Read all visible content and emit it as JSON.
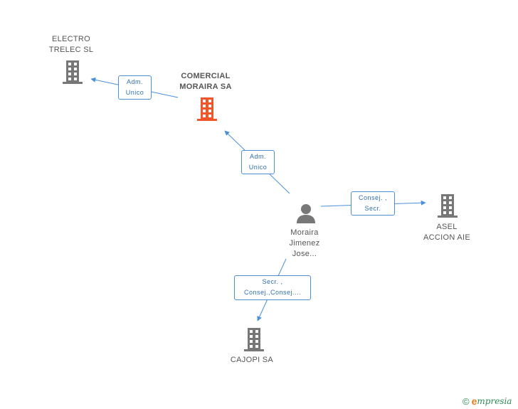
{
  "nodes": {
    "electro": {
      "line1": "ELECTRO",
      "line2": "TRELEC SL"
    },
    "comercial": {
      "line1": "COMERCIAL",
      "line2": "MORAIRA SA"
    },
    "asel": {
      "line1": "ASEL",
      "line2": "ACCION AIE"
    },
    "cajopi": {
      "line1": "CAJOPI SA"
    },
    "person": {
      "line1": "Moraira",
      "line2": "Jimenez",
      "line3": "Jose..."
    }
  },
  "edges": {
    "comercial_electro": {
      "line1": "Adm.",
      "line2": "Unico"
    },
    "person_comercial": {
      "line1": "Adm.",
      "line2": "Unico"
    },
    "person_asel": {
      "line1": "Consej. ,",
      "line2": "Secr."
    },
    "person_cajopi": {
      "line1": "Secr. ,",
      "line2": "Consej.,Consej...."
    }
  },
  "colors": {
    "focus_building": "#f0562a",
    "building": "#777777",
    "edge": "#4a90d9"
  },
  "footer": {
    "copyright": "©",
    "brand_e": "e",
    "brand_rest": "mpresia"
  }
}
